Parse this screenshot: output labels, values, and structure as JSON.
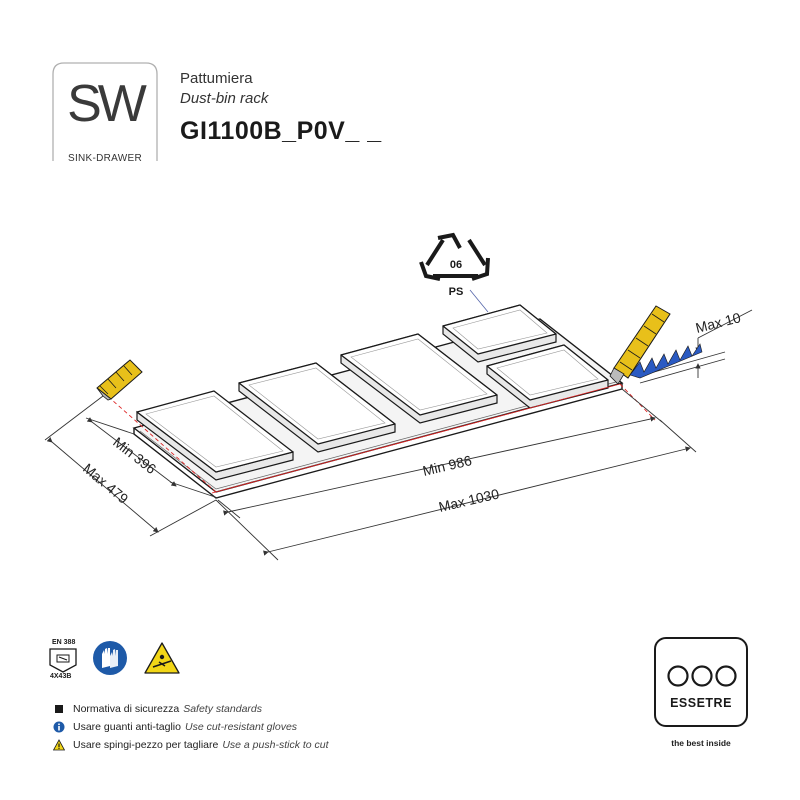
{
  "header": {
    "logo_text": "SW",
    "logo_subtitle": "SINK-DRAWER",
    "product_name_it": "Pattumiera",
    "product_name_en": "Dust-bin rack",
    "product_code": "GI1100B_P0V_ _"
  },
  "recycling": {
    "code": "06",
    "material": "PS"
  },
  "dimensions": {
    "min_depth": "Min 396",
    "max_depth": "Max 479",
    "min_width": "Min 986",
    "max_width": "Max 1030",
    "max_cut": "Max 10"
  },
  "safety": {
    "standard_label": "EN 388",
    "standard_code": "4X43B",
    "items": [
      {
        "text_it": "Normativa di sicurezza",
        "text_en": "Safety standards",
        "icon": "square-bullet-icon"
      },
      {
        "text_it": "Usare guanti anti-taglio",
        "text_en": "Use cut-resistant gloves",
        "icon": "info-icon"
      },
      {
        "text_it": "Usare spingi-pezzo per tagliare",
        "text_en": "Use a push-stick to cut",
        "icon": "warning-icon"
      }
    ]
  },
  "brand": {
    "name": "ESSETRE",
    "tagline": "the best inside"
  }
}
